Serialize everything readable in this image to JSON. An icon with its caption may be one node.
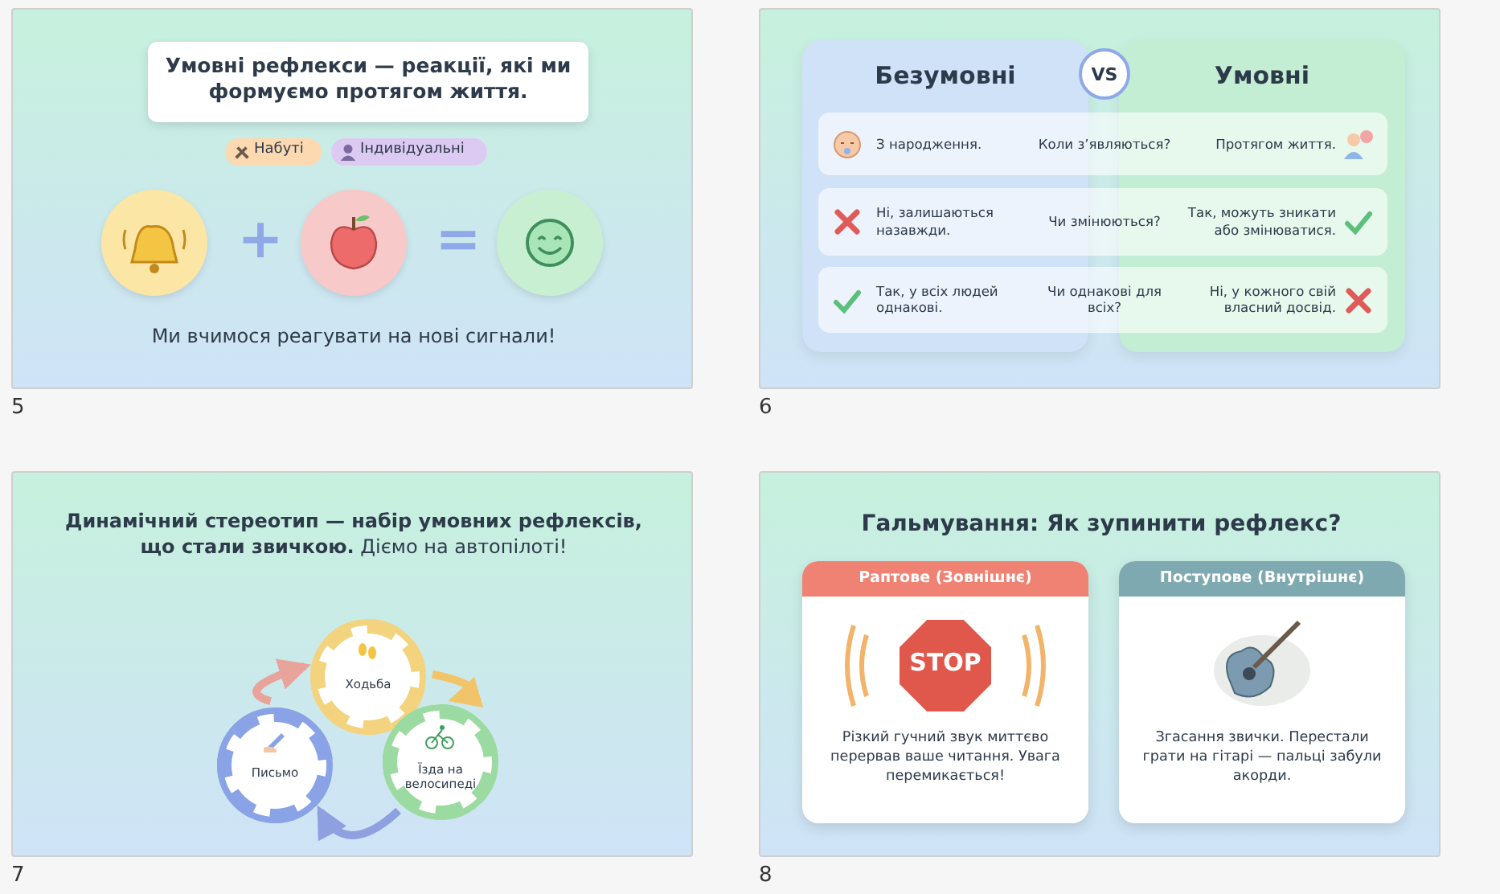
{
  "diagram": {
    "nodes": [
      {
        "text": [],
        "shape": "box",
        "beside": [
          "5"
        ]
      },
      {
        "text": [
          "Умовні рефлекси — реакції, які ми формуємо протягом життя."
        ],
        "in": 0
      },
      {
        "text": [
          "Набуті"
        ],
        "in": 0
      },
      {
        "text": [
          "Індивідуальні"
        ],
        "in": 0
      },
      {
        "text": [],
        "shape": "circle",
        "in": 0
      },
      {
        "text": [],
        "shape": "circle",
        "in": 0
      },
      {
        "text": [],
        "shape": "circle",
        "in": 0
      },
      {
        "text": [],
        "shape": "box",
        "beside": [
          "6"
        ]
      },
      {
        "text": [
          "Безумовні"
        ],
        "in": 7
      },
      {
        "text": [
          "Умовні"
        ],
        "in": 7
      },
      {
        "text": [
          "VS"
        ],
        "in": 7
      },
      {
        "text": [
          "З народження.",
          "Коли з’являються?",
          "Протягом життя."
        ],
        "in": 7
      },
      {
        "text": [
          "Ні, залишаються назавжди.",
          "Чи змінюються?",
          "Так, можуть зникати або змінюватися."
        ],
        "in": 7
      },
      {
        "text": [
          "Так, у всіх людей однакові.",
          "Чи однакові для всіх?",
          "Ні, у кожного свій власний досвід."
        ],
        "in": 7
      },
      {
        "text": [],
        "shape": "box",
        "beside": [
          "7"
        ]
      },
      {
        "text": [
          "Ходьба"
        ],
        "in": 14
      },
      {
        "text": [
          "Їзда на велосипеді"
        ],
        "in": 14
      },
      {
        "text": [
          "Письмо"
        ],
        "in": 14
      },
      {
        "text": [],
        "shape": "box",
        "beside": [
          "8"
        ]
      },
      {
        "text": [
          "Раптове (Зовнішнє)",
          "Різкий гучний звук миттєво перервав ваше читання. Увага перемикається!"
        ],
        "in": 18
      },
      {
        "text": [
          "Поступове (Внутрішнє)",
          "Згасання звички. Перестали грати на гітарі — пальці забули акорди."
        ],
        "in": 18
      }
    ],
    "edges": [
      {
        "from": 17,
        "to": 15,
        "arrow": "to",
        "color": "#e8a39a"
      },
      {
        "from": 15,
        "to": 16,
        "arrow": "to",
        "color": "#f2c46a"
      },
      {
        "from": 16,
        "to": 17,
        "arrow": "to",
        "color": "#8ea0e0"
      }
    ],
    "labels": [
      "+",
      "=",
      "Ми вчимося реагувати на нові сигнали!",
      "**Динамічний стереотип — набір умовних рефлексів, що стали звичкою.** Діємо на автопілоті!",
      "Гальмування: Як зупинити рефлекс?",
      "STOP"
    ]
  }
}
